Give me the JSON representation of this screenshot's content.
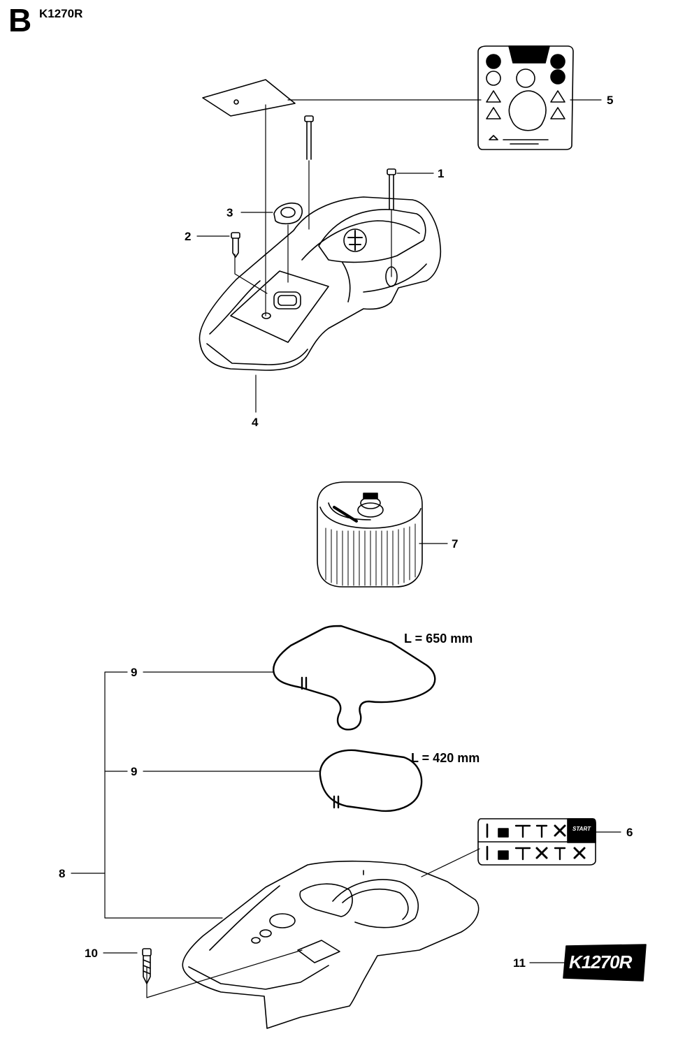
{
  "header": {
    "section": "B",
    "model": "K1270R"
  },
  "callouts": [
    {
      "id": "1",
      "text": "1"
    },
    {
      "id": "2",
      "text": "2"
    },
    {
      "id": "3",
      "text": "3"
    },
    {
      "id": "4",
      "text": "4"
    },
    {
      "id": "5",
      "text": "5"
    },
    {
      "id": "6",
      "text": "6"
    },
    {
      "id": "7",
      "text": "7"
    },
    {
      "id": "8",
      "text": "8"
    },
    {
      "id": "9a",
      "text": "9"
    },
    {
      "id": "9b",
      "text": "9"
    },
    {
      "id": "10",
      "text": "10"
    },
    {
      "id": "11",
      "text": "11"
    }
  ],
  "dimensions": {
    "seal_large": "L = 650 mm",
    "seal_small": "L = 420 mm"
  },
  "decal_6": {
    "start": "START"
  },
  "badge_11": {
    "text": "K1270R"
  },
  "colors": {
    "line": "#000000",
    "background": "#ffffff",
    "badge": "#000000"
  }
}
